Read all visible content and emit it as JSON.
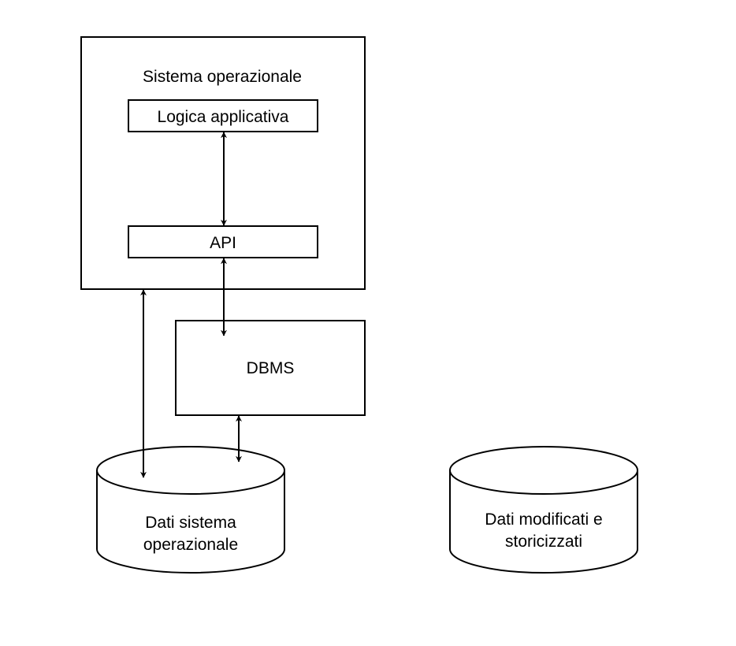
{
  "nodes": {
    "sistema": {
      "label": "Sistema operazionale"
    },
    "logica": {
      "label": "Logica applicativa"
    },
    "api": {
      "label": "API"
    },
    "dbms": {
      "label": "DBMS"
    },
    "dati_op": {
      "label_line1": "Dati sistema",
      "label_line2": "operazionale"
    },
    "dati_storici": {
      "label_line1": "Dati modificati e",
      "label_line2": "storicizzati"
    }
  },
  "edges": [
    {
      "from": "logica",
      "to": "api",
      "direction": "both"
    },
    {
      "from": "api",
      "to": "dbms",
      "direction": "both"
    },
    {
      "from": "sistema",
      "to": "dati_op",
      "direction": "both"
    },
    {
      "from": "dbms",
      "to": "dati_op",
      "direction": "both"
    }
  ],
  "colors": {
    "stroke": "#000000",
    "fill": "#ffffff",
    "text": "#000000"
  }
}
